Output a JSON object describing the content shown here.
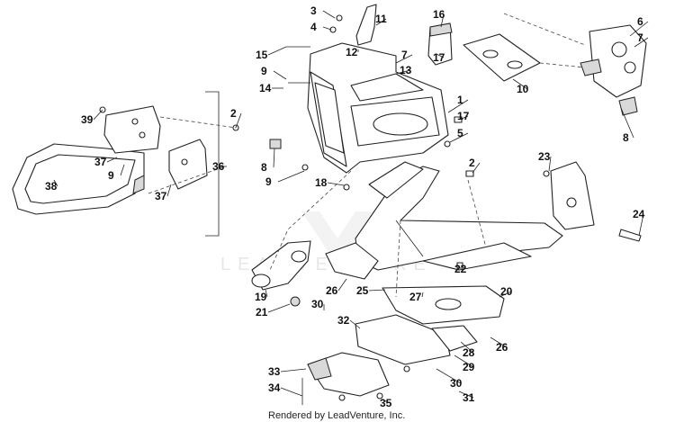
{
  "watermark": "LEADVENTURE",
  "credit": "Rendered by LeadVenture, Inc.",
  "callouts": [
    "3",
    "4",
    "11",
    "16",
    "6",
    "7",
    "15",
    "12",
    "7",
    "9",
    "13",
    "17",
    "10",
    "14",
    "1",
    "2",
    "39",
    "17",
    "5",
    "8",
    "2",
    "37",
    "9",
    "36",
    "9",
    "18",
    "8",
    "38",
    "37",
    "23",
    "24",
    "22",
    "19",
    "21",
    "26",
    "25",
    "27",
    "20",
    "30",
    "32",
    "28",
    "26",
    "29",
    "30",
    "33",
    "34",
    "35",
    "31"
  ]
}
